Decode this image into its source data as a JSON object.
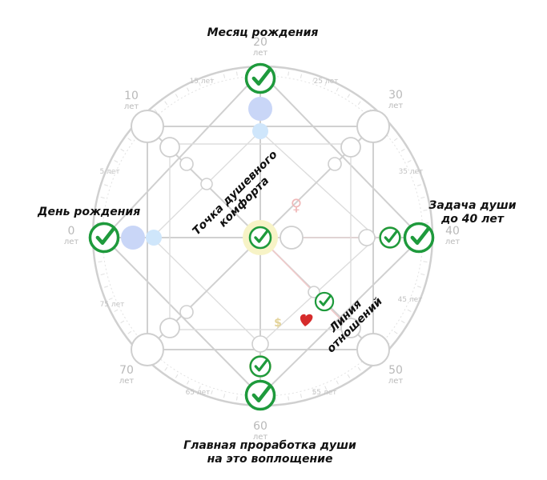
{
  "labels": {
    "month": "Месяц рождения",
    "day": "День рождения",
    "task_line1": "Задача души",
    "task_line2": "до 40 лет",
    "main_line1": "Главная проработка души",
    "main_line2": "на это воплощение",
    "comfort_line1": "Точка душевного",
    "comfort_line2": "комфорта",
    "relations_line1": "Линия",
    "relations_line2": "отношений"
  },
  "ages": {
    "unit": "лет",
    "a0": "0",
    "a10": "10",
    "a20": "20",
    "a30": "30",
    "a40": "40",
    "a50": "50",
    "a60": "60",
    "a70": "70"
  },
  "small_ages": {
    "s5": "5 лет",
    "s15": "15 лет",
    "s25": "25 лет",
    "s35": "35 лет",
    "s45": "45 лет",
    "s55": "55 лет",
    "s65": "65 лет",
    "s75": "75 лет"
  },
  "symbols": {
    "female": "♀",
    "money": "$"
  },
  "colors": {
    "check": "#1e9a3c",
    "lavender": "#dcdcf6",
    "light_blue": "#cfe6fb",
    "blue": "#c9d6f7",
    "pink": "#f6d2d0",
    "peach": "#f7e4c8",
    "yellow": "#f7f3c6",
    "heart": "#d62b2b",
    "grey": "#cccccc"
  }
}
